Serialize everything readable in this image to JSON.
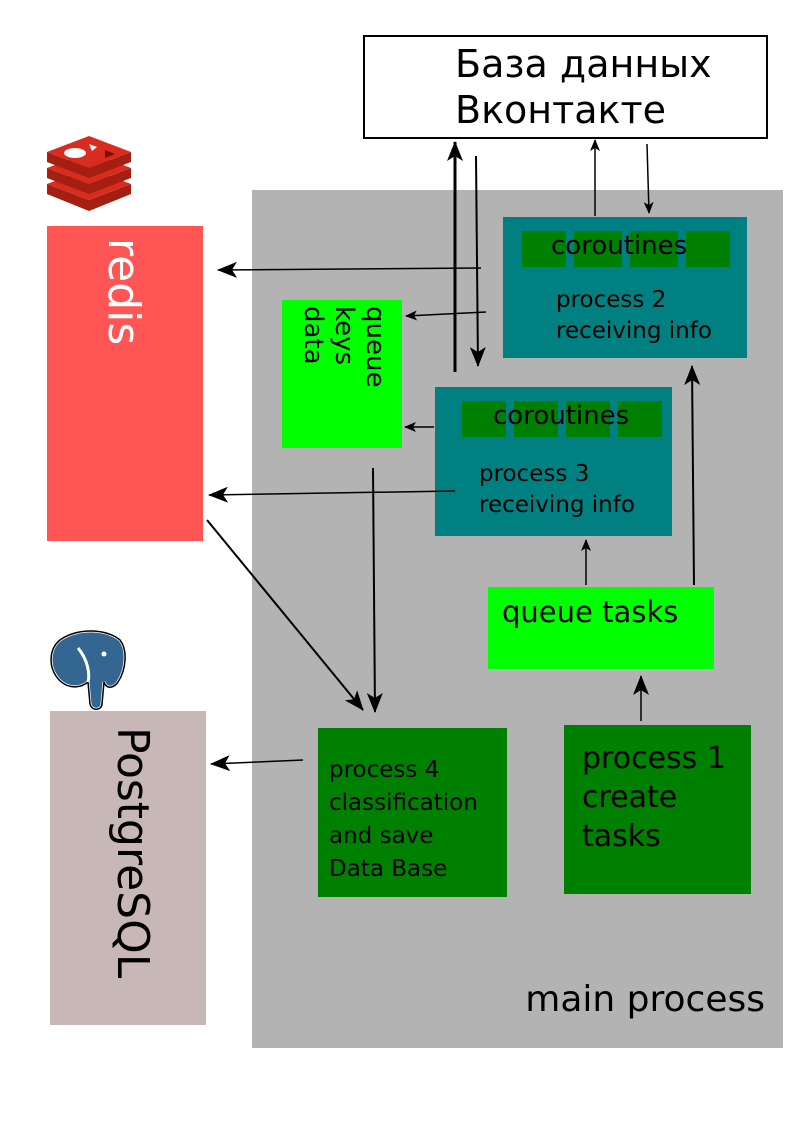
{
  "database": {
    "line1": "База данных",
    "line2": "Вконтакте"
  },
  "redis": {
    "label": "redis"
  },
  "postgres": {
    "label": "PostgreSQL"
  },
  "main_process": {
    "label": "main process"
  },
  "queue_data": {
    "line1": "queue",
    "line2": "keys",
    "line3": "data"
  },
  "process2": {
    "coroutines": "coroutines",
    "line1": "process 2",
    "line2": "receiving info"
  },
  "process3": {
    "coroutines": "coroutines",
    "line1": "process 3",
    "line2": "receiving info"
  },
  "queue_tasks": {
    "label": "queue tasks"
  },
  "process4": {
    "line1": "process 4",
    "line2": "classification",
    "line3": "and save",
    "line4": "Data Base"
  },
  "process1": {
    "line1": "process 1",
    "line2": "create",
    "line3": "tasks"
  },
  "colors": {
    "main_process": "#b3b3b3",
    "redis": "#ff5555",
    "postgres": "#c8b7b7",
    "queue": "#00ff00",
    "process_teal": "#008080",
    "process_green": "#008000"
  },
  "icons": {
    "redis": "redis-logo-icon",
    "postgres": "postgresql-elephant-icon"
  }
}
